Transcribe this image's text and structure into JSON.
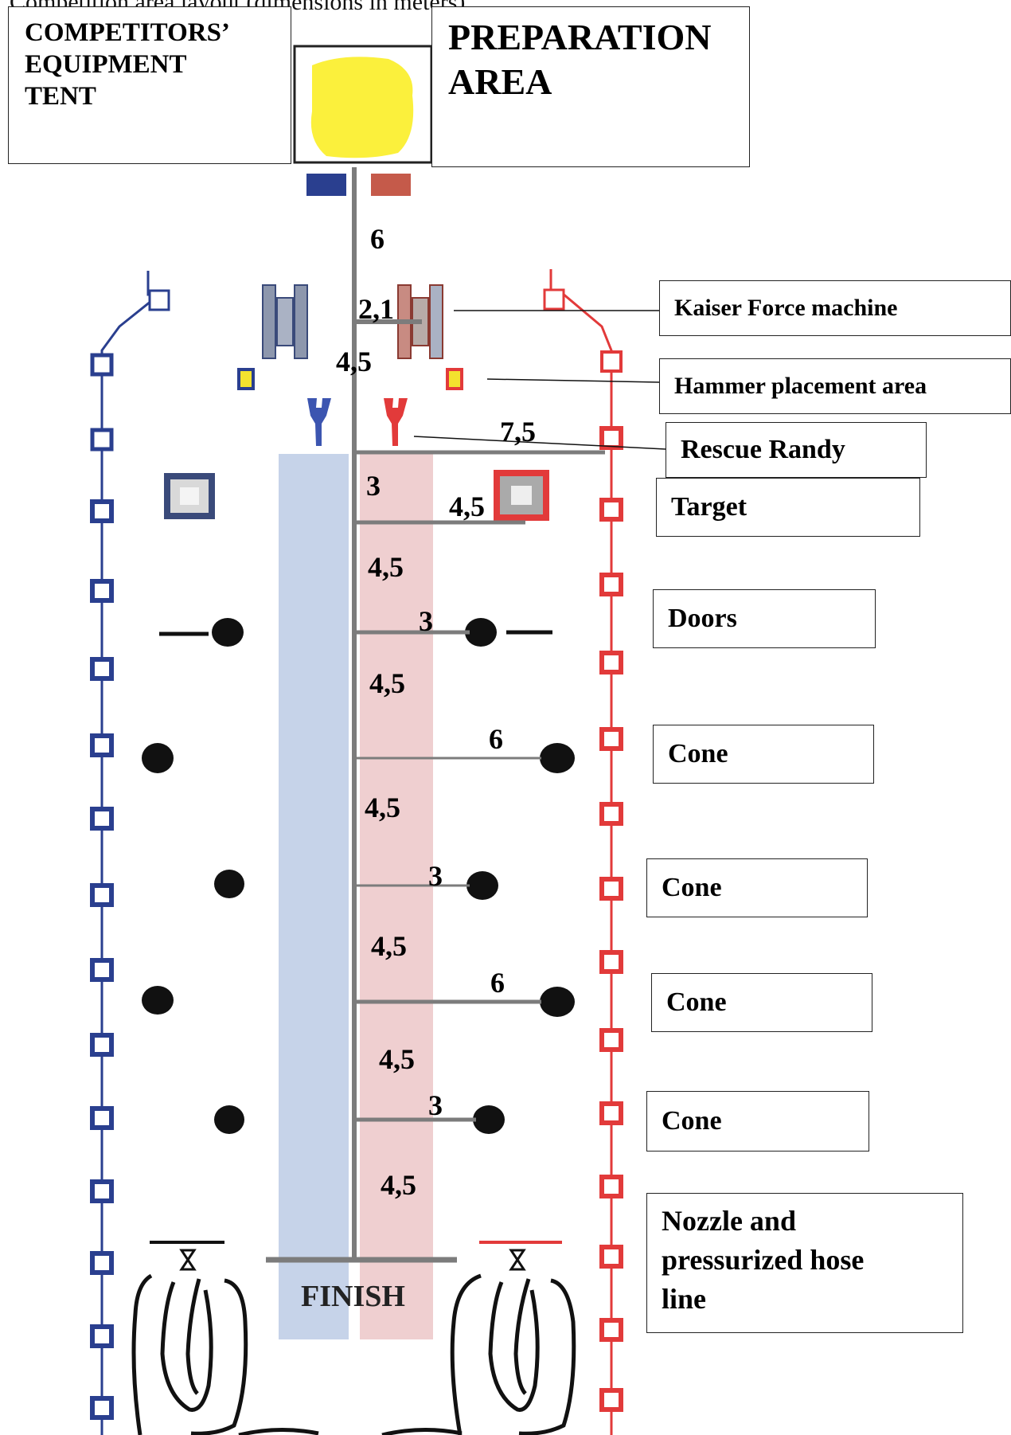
{
  "heading": "Competition area layout (dimensions in meters)",
  "boxes": {
    "tent": [
      "COMPETITORS’",
      "EQUIPMENT",
      "TENT"
    ],
    "preparation": [
      "PREPARATION",
      "AREA"
    ]
  },
  "labels": {
    "kaiser": "Kaiser Force machine",
    "hammer": "Hammer placement area",
    "randy": "Rescue Randy",
    "target": "Target",
    "doors": "Doors",
    "cone": "Cone",
    "nozzle": [
      "Nozzle and",
      "pressurized hose",
      "line"
    ]
  },
  "finish": "FINISH",
  "dimensions": {
    "d1": "6",
    "d2": "2,1",
    "d3": "4,5",
    "d4": "7,5",
    "d5": "3",
    "d6": "4,5",
    "d7": "4,5",
    "d8": "3",
    "d9": "4,5",
    "d10": "6",
    "d11": "4,5",
    "d12": "3",
    "d13": "4,5",
    "d14": "6",
    "d15": "4,5",
    "d16": "3",
    "d17": "4,5"
  },
  "colors": {
    "blue_lane": "#c6d3e9",
    "red_lane": "#efcfd0",
    "blue_track": "#2a3f8f",
    "red_track": "#e23a3a",
    "center_line": "#7c7c7c",
    "tent_fill": "#fbf03c"
  }
}
